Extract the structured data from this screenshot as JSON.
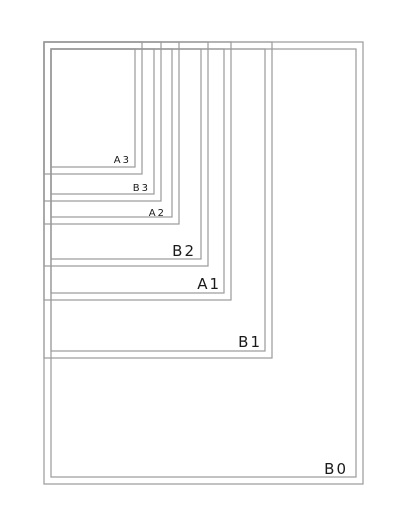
{
  "sheets": [
    {
      "id": "B0",
      "label": "B0"
    },
    {
      "id": "B1",
      "label": "B1"
    },
    {
      "id": "A1",
      "label": "A1"
    },
    {
      "id": "B2",
      "label": "B2"
    },
    {
      "id": "A2",
      "label": "A2"
    },
    {
      "id": "B3",
      "label": "B3"
    },
    {
      "id": "A3",
      "label": "A3"
    }
  ]
}
